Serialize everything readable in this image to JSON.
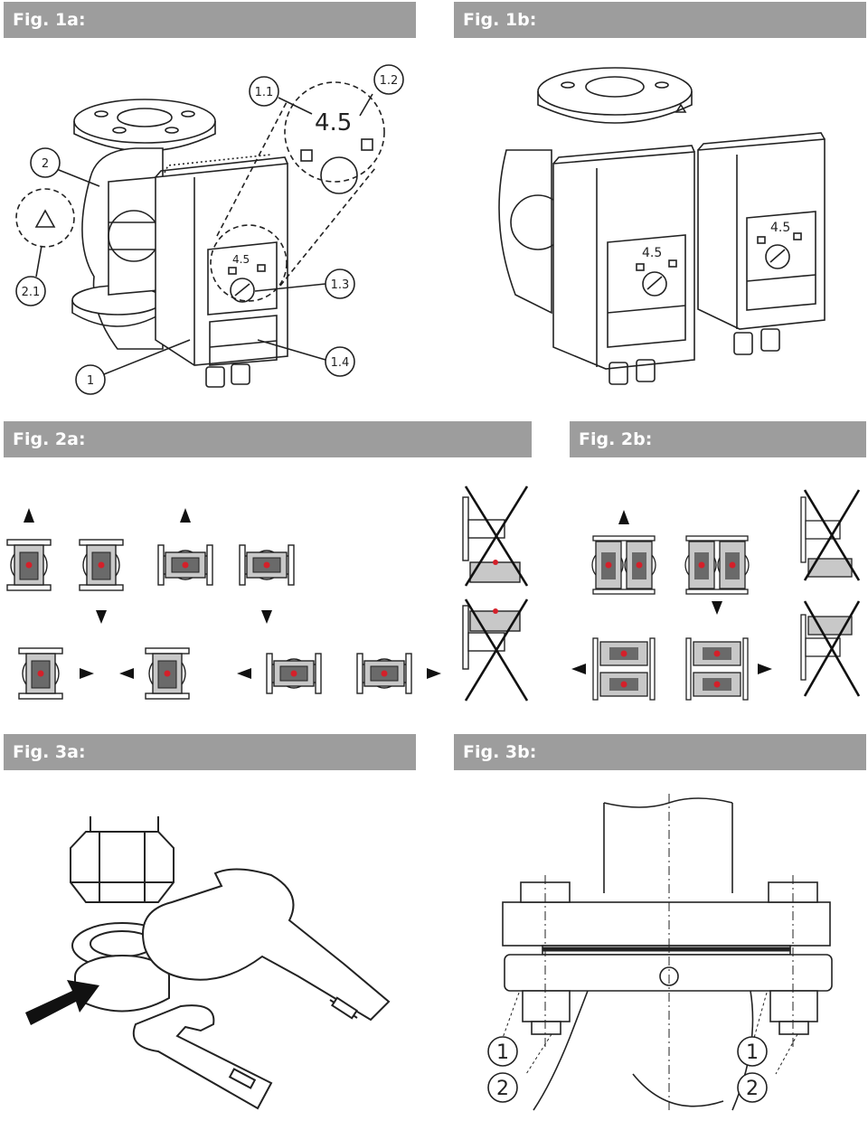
{
  "figures": {
    "fig1a": {
      "title": "Fig. 1a:",
      "display_value": "4.5",
      "callouts": [
        "1.1",
        "1.2",
        "1.3",
        "1.4",
        "1",
        "2",
        "2.1"
      ]
    },
    "fig1b": {
      "title": "Fig. 1b:",
      "display_value": "4.5"
    },
    "fig2a": {
      "title": "Fig. 2a:"
    },
    "fig2b": {
      "title": "Fig. 2b:"
    },
    "fig3a": {
      "title": "Fig. 3a:"
    },
    "fig3b": {
      "title": "Fig. 3b:",
      "callouts": [
        "1",
        "2",
        "1",
        "2"
      ]
    }
  },
  "colors": {
    "header_bg": "#9d9d9d",
    "line": "#222222",
    "housing_gray": "#c8c8c8",
    "control_dark": "#6a6a6a",
    "indicator_red": "#d4202a"
  }
}
